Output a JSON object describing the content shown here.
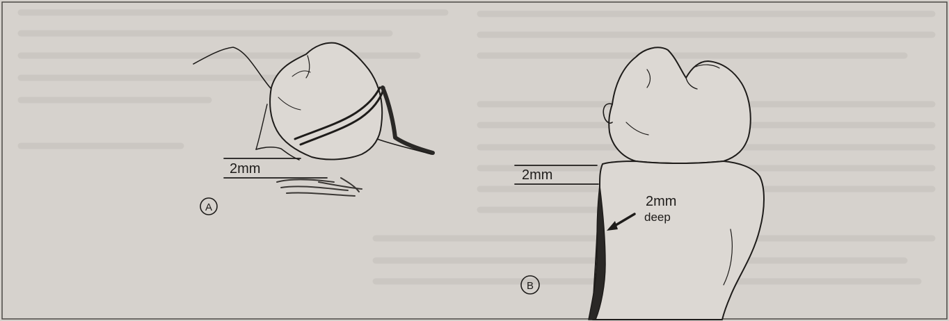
{
  "figure": {
    "panel_a": {
      "label": "A",
      "measurement": "2mm"
    },
    "panel_b": {
      "label": "B",
      "measurement": "2mm",
      "depth_value": "2mm",
      "depth_word": "deep"
    }
  },
  "colors": {
    "paper": "#d6d2cd",
    "ink": "#1e1c1a",
    "ghost_text": "#b9b5b0"
  }
}
